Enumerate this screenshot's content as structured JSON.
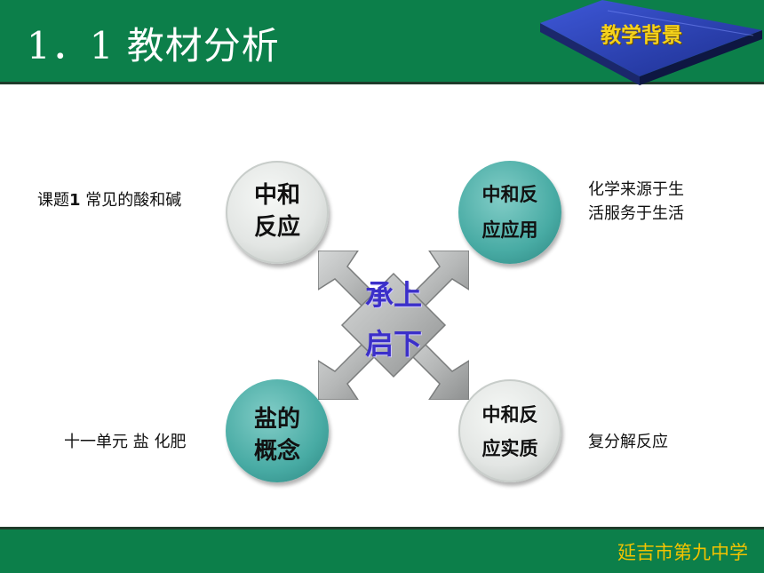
{
  "header": {
    "title": "1．1 教材分析"
  },
  "badge": {
    "label": "教学背景"
  },
  "center": {
    "line1": "承上",
    "line2": "启下"
  },
  "circles": [
    {
      "line1": "中和",
      "line2": "反应"
    },
    {
      "line1": "中和反",
      "line2": "应应用"
    },
    {
      "line1": "盐的",
      "line2": "概念"
    },
    {
      "line1": "中和反",
      "line2": "应实质"
    }
  ],
  "side_labels": {
    "top_left_prefix": "课题",
    "top_left_num": "1",
    "top_left_rest": " 常见的酸和碱",
    "top_right_line1": "化学来源于生",
    "top_right_line2": "活服务于生活",
    "bottom_left": "十一单元 盐 化肥",
    "bottom_right": "复分解反应"
  },
  "footer": {
    "text": "延吉市第九中学"
  },
  "colors": {
    "header_green": "#0c7f4a",
    "badge_blue": "#2a3fae",
    "badge_text": "#f6d21b",
    "teal_circle": "#48aba4",
    "grey_circle": "#e3e6e4",
    "arrow_grey": "#a7a9a9",
    "center_text": "#3b2fc9",
    "footer_text": "#f2c300"
  }
}
